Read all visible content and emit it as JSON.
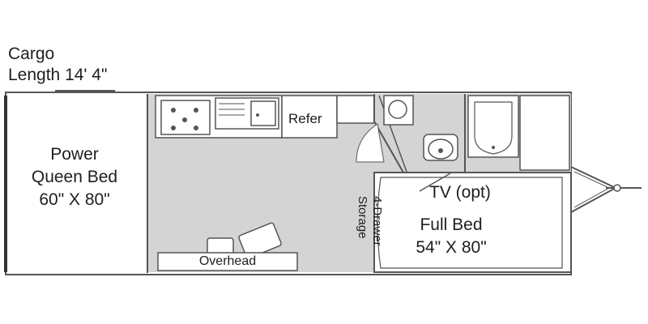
{
  "header": {
    "cargo_line1": "Cargo",
    "cargo_line2": "Length 14' 4\""
  },
  "rooms": {
    "rear_bed": {
      "line1": "Power",
      "line2": "Queen Bed",
      "line3": "60\" X 80\""
    },
    "refer": "Refer",
    "overhead": "Overhead",
    "storage": {
      "line1": "4-Drawer",
      "line2": "Storage"
    },
    "tv": "TV (opt)",
    "front_bed": {
      "line1": "Full Bed",
      "line2": "54\" X 80\""
    }
  },
  "colors": {
    "floor": "#d4d4d4",
    "line": "#555555",
    "bed_fill": "#ffffff"
  }
}
